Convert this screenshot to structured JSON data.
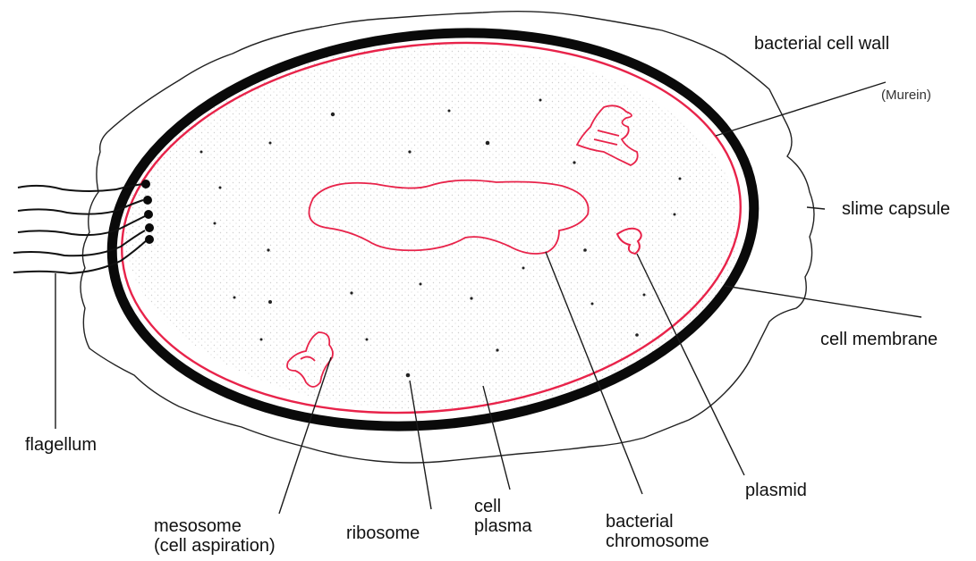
{
  "labels": {
    "cell_wall": "bacterial cell wall",
    "murein": "(Murein)",
    "slime_capsule": "slime capsule",
    "cell_membrane": "cell membrane",
    "flagellum": "flagellum",
    "plasmid": "plasmid",
    "mesosome": [
      "mesosome",
      "(cell aspiration)"
    ],
    "ribosome": "ribosome",
    "cell_plasma": [
      "cell",
      "plasma"
    ],
    "chromosome": [
      "bacterial",
      "chromosome"
    ]
  },
  "colors": {
    "wall": "#0a0a0a",
    "membrane": "#e8234a",
    "capsule": "#222222",
    "plasma_dots": "#c9c9c9",
    "leader": "#1a1a1a"
  }
}
